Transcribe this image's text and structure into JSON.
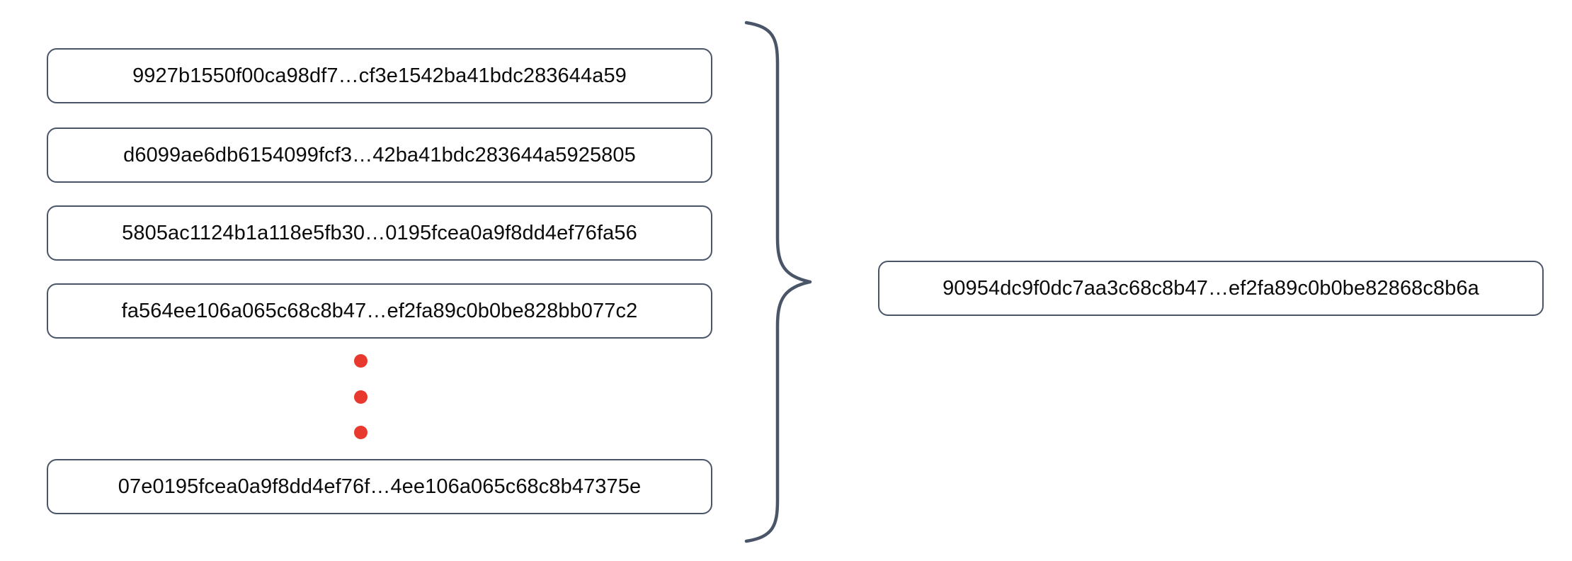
{
  "diagram": {
    "type": "merkle-hash-aggregation",
    "accent_colors": {
      "box_border": "#4a5568",
      "box_fill": "#ffffff",
      "text": "#0b0b0b",
      "ellipsis_dot": "#e8392e",
      "brace_stroke": "#4a5568"
    },
    "input_group": {
      "name": "input-hash-list",
      "items": [
        {
          "label": "9927b1550f00ca98df7…cf3e1542ba41bdc283644a59"
        },
        {
          "label": "d6099ae6db6154099fcf3…42ba41bdc283644a5925805"
        },
        {
          "label": "5805ac1124b1a118e5fb30…0195fcea0a9f8dd4ef76fa56"
        },
        {
          "label": "fa564ee106a065c68c8b47…ef2fa89c0b0be828bb077c2"
        },
        {
          "label": "07e0195fcea0a9f8dd4ef76f…4ee106a065c68c8b47375e"
        }
      ],
      "ellipsis": {
        "name": "vertical-ellipsis",
        "dot_count": 3,
        "meaning": "additional hashes omitted"
      }
    },
    "connector": {
      "name": "curly-brace",
      "orientation": "right-pointing",
      "meaning": "all input hashes combine into one"
    },
    "output_group": {
      "name": "output-hash",
      "items": [
        {
          "label": "90954dc9f0dc7aa3c68c8b47…ef2fa89c0b0be82868c8b6a"
        }
      ]
    }
  }
}
